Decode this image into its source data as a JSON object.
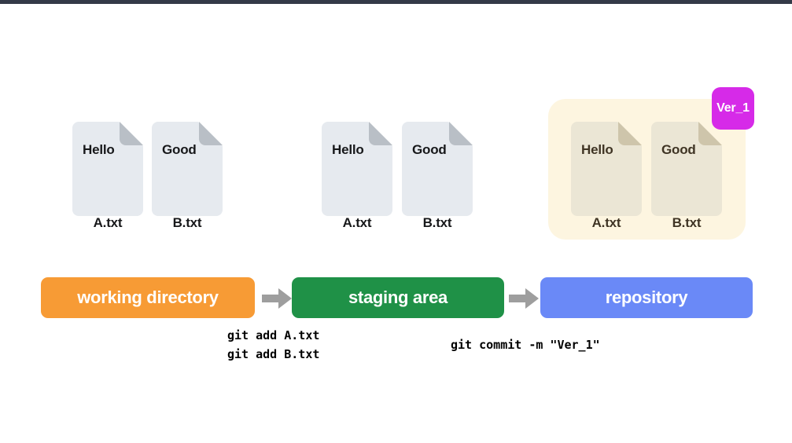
{
  "topbar": {
    "color": "#343a48"
  },
  "colors": {
    "file_card": "#e6eaef",
    "file_fold": "#b9bfc6",
    "repo_bg": "#fdf5e0",
    "repo_card": "#ebe6d5",
    "repo_fold": "#cec5ab",
    "repo_text": "#3f3424",
    "working_directory": "#f79b35",
    "staging_area": "#1f9147",
    "repository": "#6a89f7",
    "badge": "#d62ae8",
    "arrow": "#9e9e9e"
  },
  "groups": [
    {
      "id": "working-directory",
      "files": [
        {
          "content": "Hello",
          "name": "A.txt"
        },
        {
          "content": "Good",
          "name": "B.txt"
        }
      ]
    },
    {
      "id": "staging-area",
      "files": [
        {
          "content": "Hello",
          "name": "A.txt"
        },
        {
          "content": "Good",
          "name": "B.txt"
        }
      ]
    },
    {
      "id": "repository",
      "badge": "Ver_1",
      "files": [
        {
          "content": "Hello",
          "name": "A.txt"
        },
        {
          "content": "Good",
          "name": "B.txt"
        }
      ]
    }
  ],
  "stages": [
    {
      "id": "working-directory",
      "label": "working directory"
    },
    {
      "id": "staging-area",
      "label": "staging area"
    },
    {
      "id": "repository",
      "label": "repository"
    }
  ],
  "commands": {
    "add": "git add A.txt\ngit add B.txt",
    "commit": "git commit -m \"Ver_1\""
  }
}
